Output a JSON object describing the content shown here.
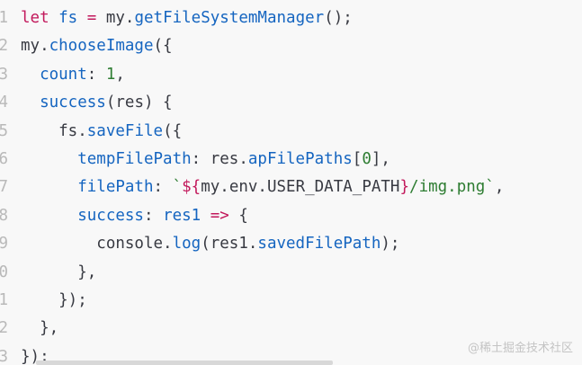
{
  "editor": {
    "lines": [
      {
        "num": "1",
        "parts": [
          {
            "t": "let",
            "c": "kw"
          },
          {
            "t": " fs ",
            "c": "fn"
          },
          {
            "t": "=",
            "c": "op"
          },
          {
            "t": " my.",
            "c": "plain"
          },
          {
            "t": "getFileSystemManager",
            "c": "fn"
          },
          {
            "t": "();",
            "c": "plain"
          }
        ]
      },
      {
        "num": "2",
        "parts": [
          {
            "t": "my.",
            "c": "plain"
          },
          {
            "t": "chooseImage",
            "c": "fn"
          },
          {
            "t": "({",
            "c": "plain"
          }
        ]
      },
      {
        "num": "3",
        "parts": [
          {
            "t": "  ",
            "c": "plain"
          },
          {
            "t": "count",
            "c": "fn"
          },
          {
            "t": ": ",
            "c": "plain"
          },
          {
            "t": "1",
            "c": "num"
          },
          {
            "t": ",",
            "c": "plain"
          }
        ]
      },
      {
        "num": "4",
        "parts": [
          {
            "t": "  ",
            "c": "plain"
          },
          {
            "t": "success",
            "c": "fn"
          },
          {
            "t": "(res) {",
            "c": "plain"
          }
        ]
      },
      {
        "num": "5",
        "parts": [
          {
            "t": "    fs.",
            "c": "plain"
          },
          {
            "t": "saveFile",
            "c": "fn"
          },
          {
            "t": "({",
            "c": "plain"
          }
        ]
      },
      {
        "num": "6",
        "parts": [
          {
            "t": "      ",
            "c": "plain"
          },
          {
            "t": "tempFilePath",
            "c": "fn"
          },
          {
            "t": ": res.",
            "c": "plain"
          },
          {
            "t": "apFilePaths",
            "c": "fn"
          },
          {
            "t": "[",
            "c": "plain"
          },
          {
            "t": "0",
            "c": "num"
          },
          {
            "t": "],",
            "c": "plain"
          }
        ]
      },
      {
        "num": "7",
        "parts": [
          {
            "t": "      ",
            "c": "plain"
          },
          {
            "t": "filePath",
            "c": "fn"
          },
          {
            "t": ": ",
            "c": "plain"
          },
          {
            "t": "`",
            "c": "str"
          },
          {
            "t": "${",
            "c": "kw"
          },
          {
            "t": "my.env.USER_DATA_PATH",
            "c": "plain"
          },
          {
            "t": "}",
            "c": "kw"
          },
          {
            "t": "/img.png`",
            "c": "str"
          },
          {
            "t": ",",
            "c": "plain"
          }
        ]
      },
      {
        "num": "8",
        "parts": [
          {
            "t": "      ",
            "c": "plain"
          },
          {
            "t": "success",
            "c": "fn"
          },
          {
            "t": ": ",
            "c": "plain"
          },
          {
            "t": "res1",
            "c": "fn"
          },
          {
            "t": " ",
            "c": "plain"
          },
          {
            "t": "=>",
            "c": "op"
          },
          {
            "t": " {",
            "c": "plain"
          }
        ]
      },
      {
        "num": "9",
        "parts": [
          {
            "t": "        console.",
            "c": "plain"
          },
          {
            "t": "log",
            "c": "fn"
          },
          {
            "t": "(res1.",
            "c": "plain"
          },
          {
            "t": "savedFilePath",
            "c": "fn"
          },
          {
            "t": ");",
            "c": "plain"
          }
        ]
      },
      {
        "num": "0",
        "parts": [
          {
            "t": "      },",
            "c": "plain"
          }
        ]
      },
      {
        "num": "1",
        "parts": [
          {
            "t": "    });",
            "c": "plain"
          }
        ]
      },
      {
        "num": "2",
        "parts": [
          {
            "t": "  },",
            "c": "plain"
          }
        ]
      },
      {
        "num": "3",
        "parts": [
          {
            "t": "});",
            "c": "plain"
          }
        ]
      }
    ]
  },
  "watermark": "@稀土掘金技术社区",
  "colors": {
    "background": "#f8f8f8",
    "keyword": "#c2185b",
    "function": "#1565c0",
    "number": "#2e7d32",
    "text": "#383a42",
    "gutter": "#b9b9b9"
  }
}
